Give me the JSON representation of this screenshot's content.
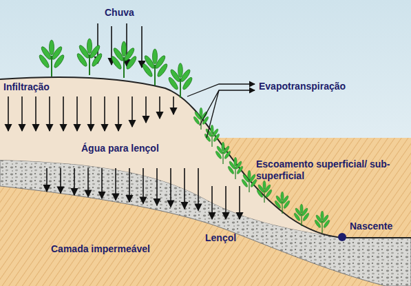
{
  "diagram": {
    "labels": [
      "Chuva",
      "Infiltração",
      "Evapotranspiração",
      "Água para lençol",
      "Escoamento superficial/ sub-superficial",
      "Lençol",
      "Camada impermeável",
      "Nascente"
    ]
  }
}
